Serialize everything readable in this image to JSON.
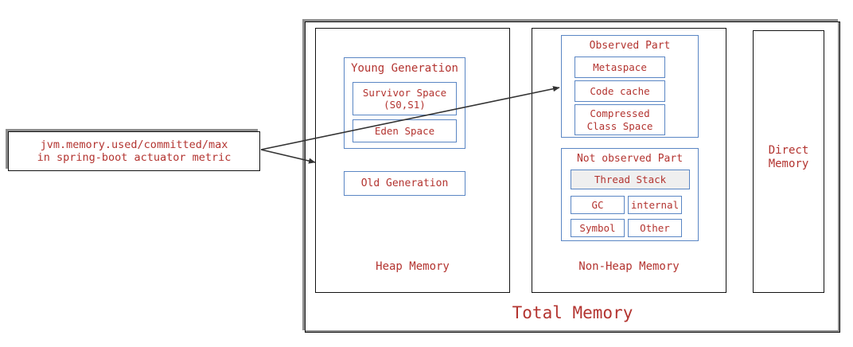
{
  "diagram": {
    "type": "jvm-memory-layout",
    "colors": {
      "text_red": "#b33430",
      "inner_box_blue": "#5a86c4",
      "outer_box_black": "#111111",
      "shadow_gray": "#8d8d8d",
      "thread_stack_fill": "#efefef"
    },
    "annotation": {
      "name": "metric-callout",
      "line1": "jvm.memory.used/committed/max",
      "line2": "in spring-boot actuator metric",
      "arrow_targets": [
        "heap-memory-region",
        "non-heap-observed-part"
      ]
    },
    "total": {
      "label": "Total Memory"
    },
    "regions": [
      {
        "key": "heap",
        "label": "Heap Memory",
        "groups": [
          {
            "key": "young-generation",
            "title": "Young Generation",
            "children": [
              {
                "key": "survivor-space",
                "label": "Survivor Space\n(S0,S1)",
                "line1": "Survivor Space",
                "line2": "(S0,S1)"
              },
              {
                "key": "eden-space",
                "label": "Eden Space",
                "line1": "Eden Space",
                "line2": ""
              }
            ]
          }
        ],
        "leaves": [
          {
            "key": "old-generation",
            "label": "Old Generation"
          }
        ]
      },
      {
        "key": "non-heap",
        "label": "Non-Heap Memory",
        "groups": [
          {
            "key": "observed-part",
            "title": "Observed Part",
            "children": [
              {
                "key": "metaspace",
                "line1": "Metaspace",
                "line2": ""
              },
              {
                "key": "code-cache",
                "line1": "Code cache",
                "line2": ""
              },
              {
                "key": "compressed-class-space",
                "line1": "Compressed",
                "line2": "Class Space"
              }
            ]
          },
          {
            "key": "not-observed-part",
            "title": "Not observed Part",
            "children": [
              {
                "key": "thread-stack",
                "line1": "Thread Stack",
                "line2": ""
              },
              {
                "key": "gc",
                "line1": "GC",
                "line2": ""
              },
              {
                "key": "internal",
                "line1": "internal",
                "line2": ""
              },
              {
                "key": "symbol",
                "line1": "Symbol",
                "line2": ""
              },
              {
                "key": "other",
                "line1": "Other",
                "line2": ""
              }
            ]
          }
        ]
      },
      {
        "key": "direct",
        "label": "Direct Memory",
        "line1": "Direct",
        "line2": "Memory"
      }
    ]
  }
}
